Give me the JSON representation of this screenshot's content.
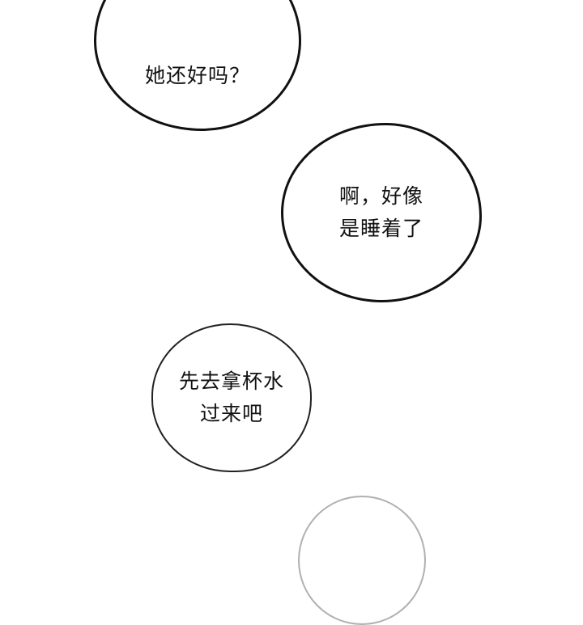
{
  "bubbles": [
    {
      "lines": [
        "她还好吗？"
      ]
    },
    {
      "lines": [
        "啊，好像",
        "是睡着了"
      ]
    },
    {
      "lines": [
        "先去拿杯水",
        "过来吧"
      ]
    },
    {
      "lines": []
    }
  ],
  "colors": {
    "background": "#ffffff",
    "outline": "#111111",
    "faded_outline": "#b0b0b0",
    "text": "#111111"
  }
}
